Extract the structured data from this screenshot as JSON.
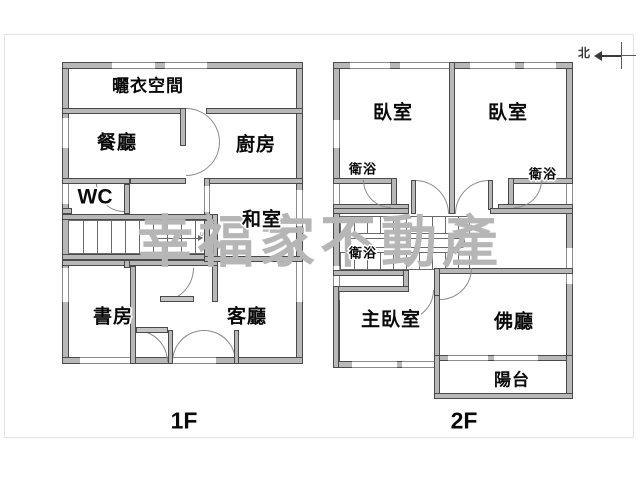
{
  "document": {
    "type": "real-estate-floor-plan",
    "watermark": "幸福家不動產"
  },
  "compass": {
    "north_label": "北",
    "direction": "left"
  },
  "floors": [
    {
      "id": "1F",
      "label": "1F",
      "rooms": [
        {
          "key": "laundry",
          "label": "曬衣空間",
          "size": "mid"
        },
        {
          "key": "dining",
          "label": "餐廳",
          "size": "big"
        },
        {
          "key": "kitchen",
          "label": "廚房",
          "size": "big"
        },
        {
          "key": "wc",
          "label": "WC",
          "size": "wc"
        },
        {
          "key": "tatami",
          "label": "和室",
          "size": "big"
        },
        {
          "key": "study",
          "label": "書房",
          "size": "big"
        },
        {
          "key": "living",
          "label": "客廳",
          "size": "big"
        }
      ]
    },
    {
      "id": "2F",
      "label": "2F",
      "rooms": [
        {
          "key": "bedroom-left",
          "label": "臥室",
          "size": "big"
        },
        {
          "key": "bedroom-right",
          "label": "臥室",
          "size": "big"
        },
        {
          "key": "bath-upper-left",
          "label": "衛浴",
          "size": "small"
        },
        {
          "key": "bath-upper-right",
          "label": "衛浴",
          "size": "small"
        },
        {
          "key": "bath-lower-left",
          "label": "衛浴",
          "size": "small"
        },
        {
          "key": "master",
          "label": "主臥室",
          "size": "big"
        },
        {
          "key": "shrine",
          "label": "佛廳",
          "size": "big"
        },
        {
          "key": "balcony",
          "label": "陽台",
          "size": "mid"
        }
      ]
    }
  ],
  "colors": {
    "wall_fill": "#b8b8b8",
    "wall_stroke": "#4a4a4a",
    "label_text": "#0a0a0a",
    "watermark": "#b6b6b6",
    "background": "#ffffff",
    "frame": "#e3e3e3"
  }
}
